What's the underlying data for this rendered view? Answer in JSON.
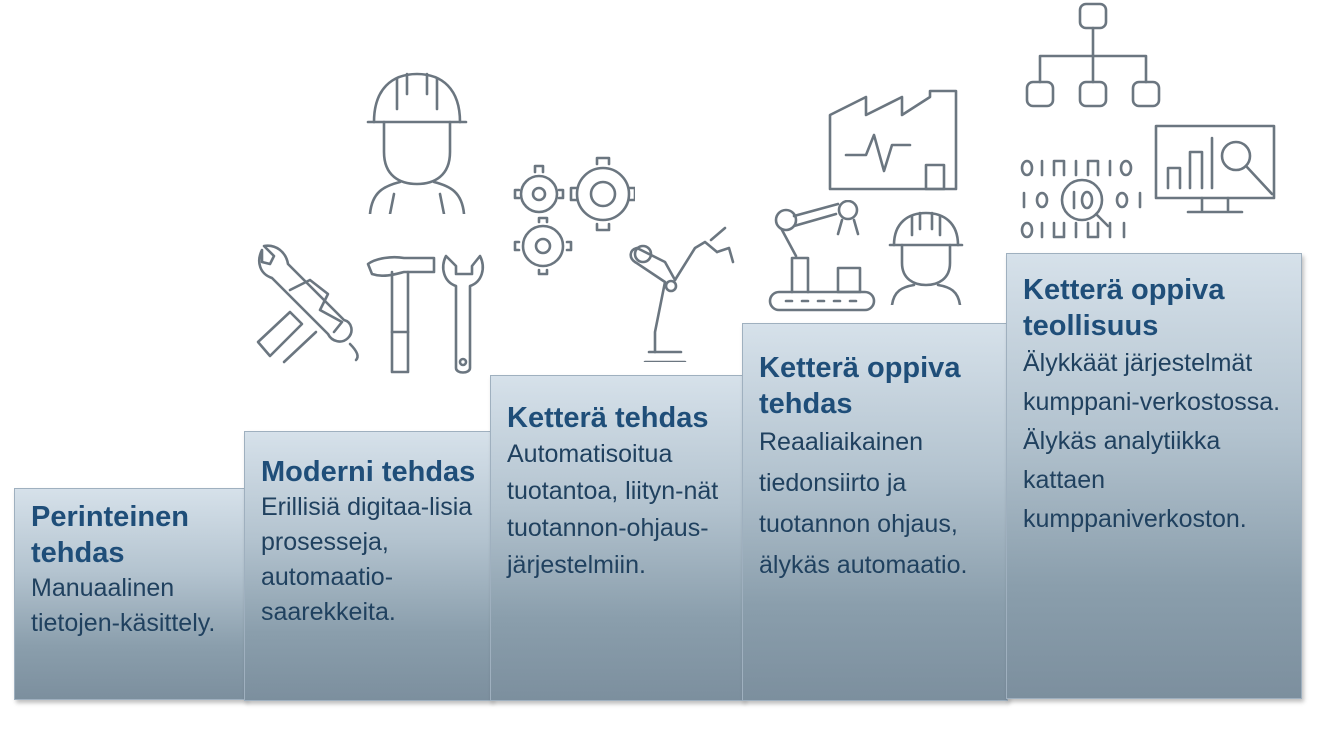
{
  "steps": [
    {
      "title": "Perinteinen tehdas",
      "description": "Manuaalinen tietojen-käsittely."
    },
    {
      "title": "Moderni tehdas",
      "description": "Erillisiä digitaa-lisia prosesseja, automaatio-saarekkeita."
    },
    {
      "title": "Ketterä tehdas",
      "description": "Automatisoitua tuotantoa, liityn-nät tuotannon-ohjaus-järjestelmiin."
    },
    {
      "title": "Ketterä oppiva tehdas",
      "description": "Reaaliaikainen tiedonsiirto ja tuotannon ohjaus, älykäs automaatio."
    },
    {
      "title": "Ketterä oppiva teollisuus",
      "description": "Älykkäät järjestelmät kumppani-verkostossa. Älykäs analytiikka kattaen kumppaniverkoston."
    }
  ],
  "icons": [
    "worker-icon",
    "wrench-hand-icon",
    "hammer-icon",
    "spanner-icon",
    "gears-icon",
    "robot-arm-icon",
    "factory-icon",
    "robot-conveyor-icon",
    "worker-small-icon",
    "hierarchy-icon",
    "binary-search-icon",
    "analytics-monitor-icon"
  ],
  "colors": {
    "title": "#1f4e79",
    "text": "#20415f",
    "icon": "#6b7680"
  }
}
